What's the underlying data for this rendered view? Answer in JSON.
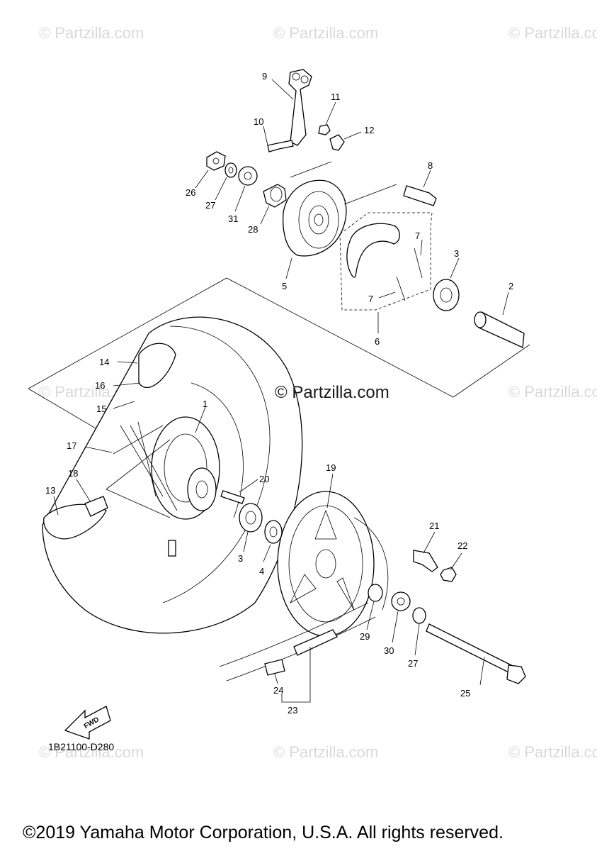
{
  "watermark": "© Partzilla.com",
  "brand": "© Partzilla.com",
  "diagram_code": "1B21100-D280",
  "copyright": "©2019 Yamaha Motor Corporation, U.S.A. All rights reserved.",
  "fwd_label": "FWD",
  "callouts": {
    "c1": "1",
    "c2": "2",
    "c3a": "3",
    "c3b": "3",
    "c4": "4",
    "c5": "5",
    "c6": "6",
    "c7a": "7",
    "c7b": "7",
    "c8": "8",
    "c9": "9",
    "c10": "10",
    "c11": "11",
    "c12": "12",
    "c13": "13",
    "c14": "14",
    "c15": "15",
    "c16": "16",
    "c17": "17",
    "c18": "18",
    "c19": "19",
    "c20": "20",
    "c21": "21",
    "c22": "22",
    "c23": "23",
    "c24": "24",
    "c25": "25",
    "c26": "26",
    "c27a": "27",
    "c27b": "27",
    "c28": "28",
    "c29": "29",
    "c30": "30",
    "c31": "31"
  }
}
